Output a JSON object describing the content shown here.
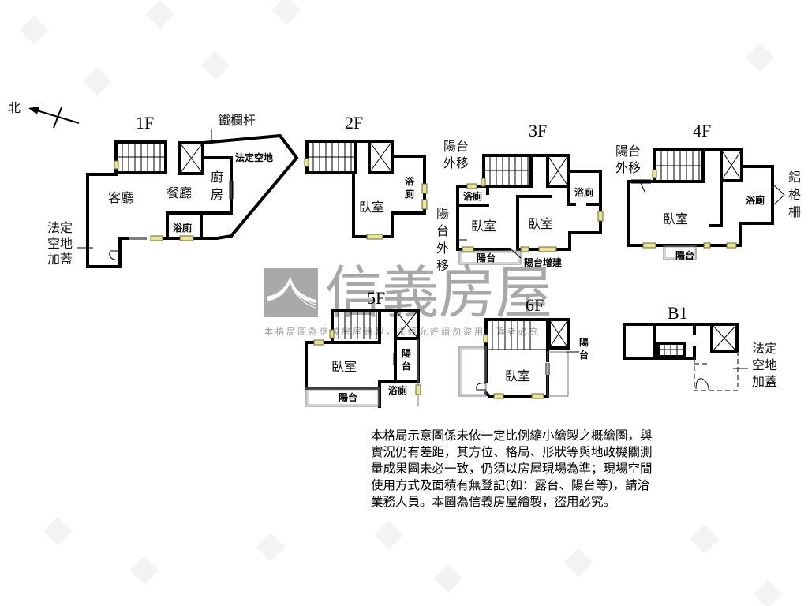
{
  "compass": {
    "label": "北",
    "icon": "north-arrow-icon"
  },
  "watermark": {
    "brand": "信義房屋",
    "notice": "本格局圖為信義房屋繪製，未經允許請勿盜用，違者必究",
    "logo_icon": "sinyi-logo-icon"
  },
  "floors": {
    "f1": {
      "title": "1F",
      "rooms": {
        "living": "客廳",
        "dining": "餐廳",
        "kitchen_1": "廚",
        "kitchen_2": "房",
        "bath": "浴廁",
        "legal_space": "法定空地"
      },
      "annotations": {
        "railing": "鐵欄杆",
        "extension_1": "法定",
        "extension_2": "空地",
        "extension_3": "加蓋"
      }
    },
    "f2": {
      "title": "2F",
      "rooms": {
        "bedroom": "臥室",
        "bath_1": "浴",
        "bath_2": "廁"
      }
    },
    "f3": {
      "title": "3F",
      "rooms": {
        "bath_left": "浴廁",
        "bath_right": "浴廁",
        "bedroom_left": "臥室",
        "bedroom_right": "臥室",
        "balcony": "陽台"
      },
      "annotations": {
        "balcony_out_top_1": "陽台",
        "balcony_out_top_2": "外移",
        "balcony_out_side_1": "陽",
        "balcony_out_side_2": "台",
        "balcony_out_side_3": "外",
        "balcony_out_side_4": "移",
        "balcony_addition": "陽台增建"
      }
    },
    "f4": {
      "title": "4F",
      "rooms": {
        "bedroom": "臥室",
        "bath": "浴廁",
        "balcony": "陽台"
      },
      "annotations": {
        "balcony_out_1": "陽台",
        "balcony_out_2": "外移",
        "grille_1": "鋁",
        "grille_2": "格",
        "grille_3": "柵"
      }
    },
    "f5": {
      "title": "5F",
      "rooms": {
        "bedroom": "臥室",
        "balcony_side_1": "陽",
        "balcony_side_2": "台",
        "balcony_bottom": "陽台",
        "bath": "浴廁"
      }
    },
    "f6": {
      "title": "6F",
      "rooms": {
        "bedroom": "臥室"
      },
      "annotations": {
        "balcony_1": "陽",
        "balcony_2": "台"
      }
    },
    "b1": {
      "title": "B1",
      "annotations": {
        "extension_1": "法定",
        "extension_2": "空地",
        "extension_3": "加蓋"
      }
    }
  },
  "disclaimer": {
    "lines": [
      "本格局示意圖係未依一定比例縮小繪製之概繪圖，與",
      "實況仍有差距，其方位、格局、形狀等與地政機關測",
      "量成果圖未必一致，仍須以房屋現場為準；現場空間",
      "使用方式及面積有無登記(如：露台、陽台等)，請洽",
      "業務人員。本圖為信義房屋繪製，盜用必究。"
    ]
  }
}
